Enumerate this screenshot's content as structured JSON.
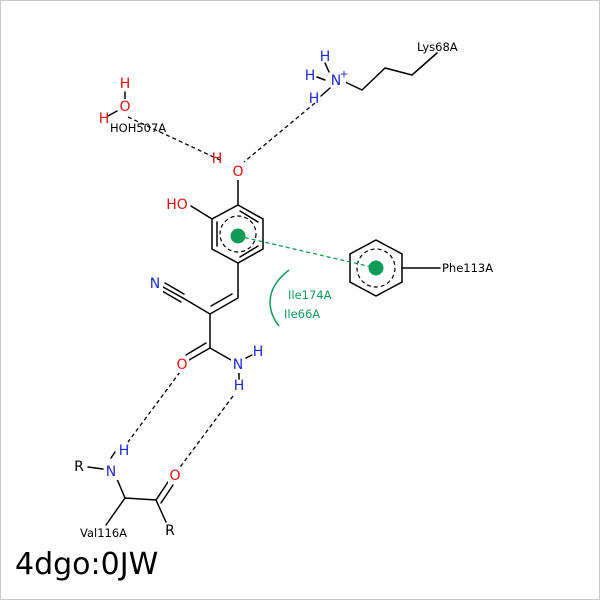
{
  "caption": "4dgo:0JW",
  "colors": {
    "oxygen": "#e01010",
    "nitrogen": "#1a2bd0",
    "carbon": "#000000",
    "interaction_green": "#109b57"
  },
  "atoms": {
    "water_h_top": "H",
    "water_o": "O",
    "water_h_left": "H",
    "water_h_bottom": "H",
    "lys_h_top": "H",
    "lys_h_left": "H",
    "lys_n": "N",
    "lys_charge": "+",
    "lys_h_bottom": "H",
    "phenol_o": "O",
    "hydroxyl": "HO",
    "nitrile_n": "N",
    "amide_o": "O",
    "amide_n": "N",
    "amide_h_right": "H",
    "amide_h_bottom": "H",
    "val_r_left": "R",
    "val_h": "H",
    "val_n": "N",
    "val_o": "O",
    "val_r_bottom": "R"
  },
  "residues": {
    "water": "HOH507A",
    "lys": "Lys68A",
    "phe": "Phe113A",
    "ile174": "Ile174A",
    "ile66": "Ile66A",
    "val": "Val116A"
  },
  "interactions": {
    "hydrogen_bonds": 4,
    "pi_stacking": 1,
    "hydrophobic_contacts": 2
  }
}
